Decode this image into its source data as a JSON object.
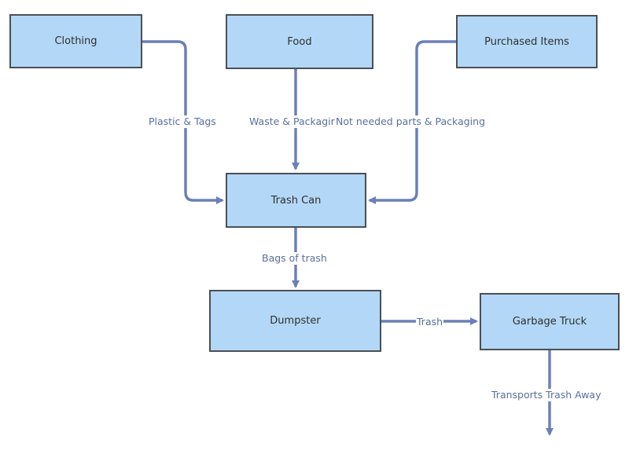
{
  "colors": {
    "node_fill": "#b3d8f7",
    "node_border": "#4b4f55",
    "edge": "#6b80b9",
    "edge_label": "#5a6f9f"
  },
  "nodes": {
    "clothing": {
      "label": "Clothing"
    },
    "food": {
      "label": "Food"
    },
    "purchased_items": {
      "label": "Purchased Items"
    },
    "trash_can": {
      "label": "Trash Can"
    },
    "dumpster": {
      "label": "Dumpster"
    },
    "garbage_truck": {
      "label": "Garbage Truck"
    }
  },
  "edges": {
    "clothing_to_trash_can": {
      "label": "Plastic & Tags"
    },
    "food_to_trash_can": {
      "label": "Waste & Packagir"
    },
    "purchased_to_trash_can": {
      "label": "Not needed parts & Packaging"
    },
    "trash_can_to_dumpster": {
      "label": "Bags of trash"
    },
    "dumpster_to_truck": {
      "label": "Trash"
    },
    "truck_away": {
      "label": "Transports Trash Away"
    }
  }
}
